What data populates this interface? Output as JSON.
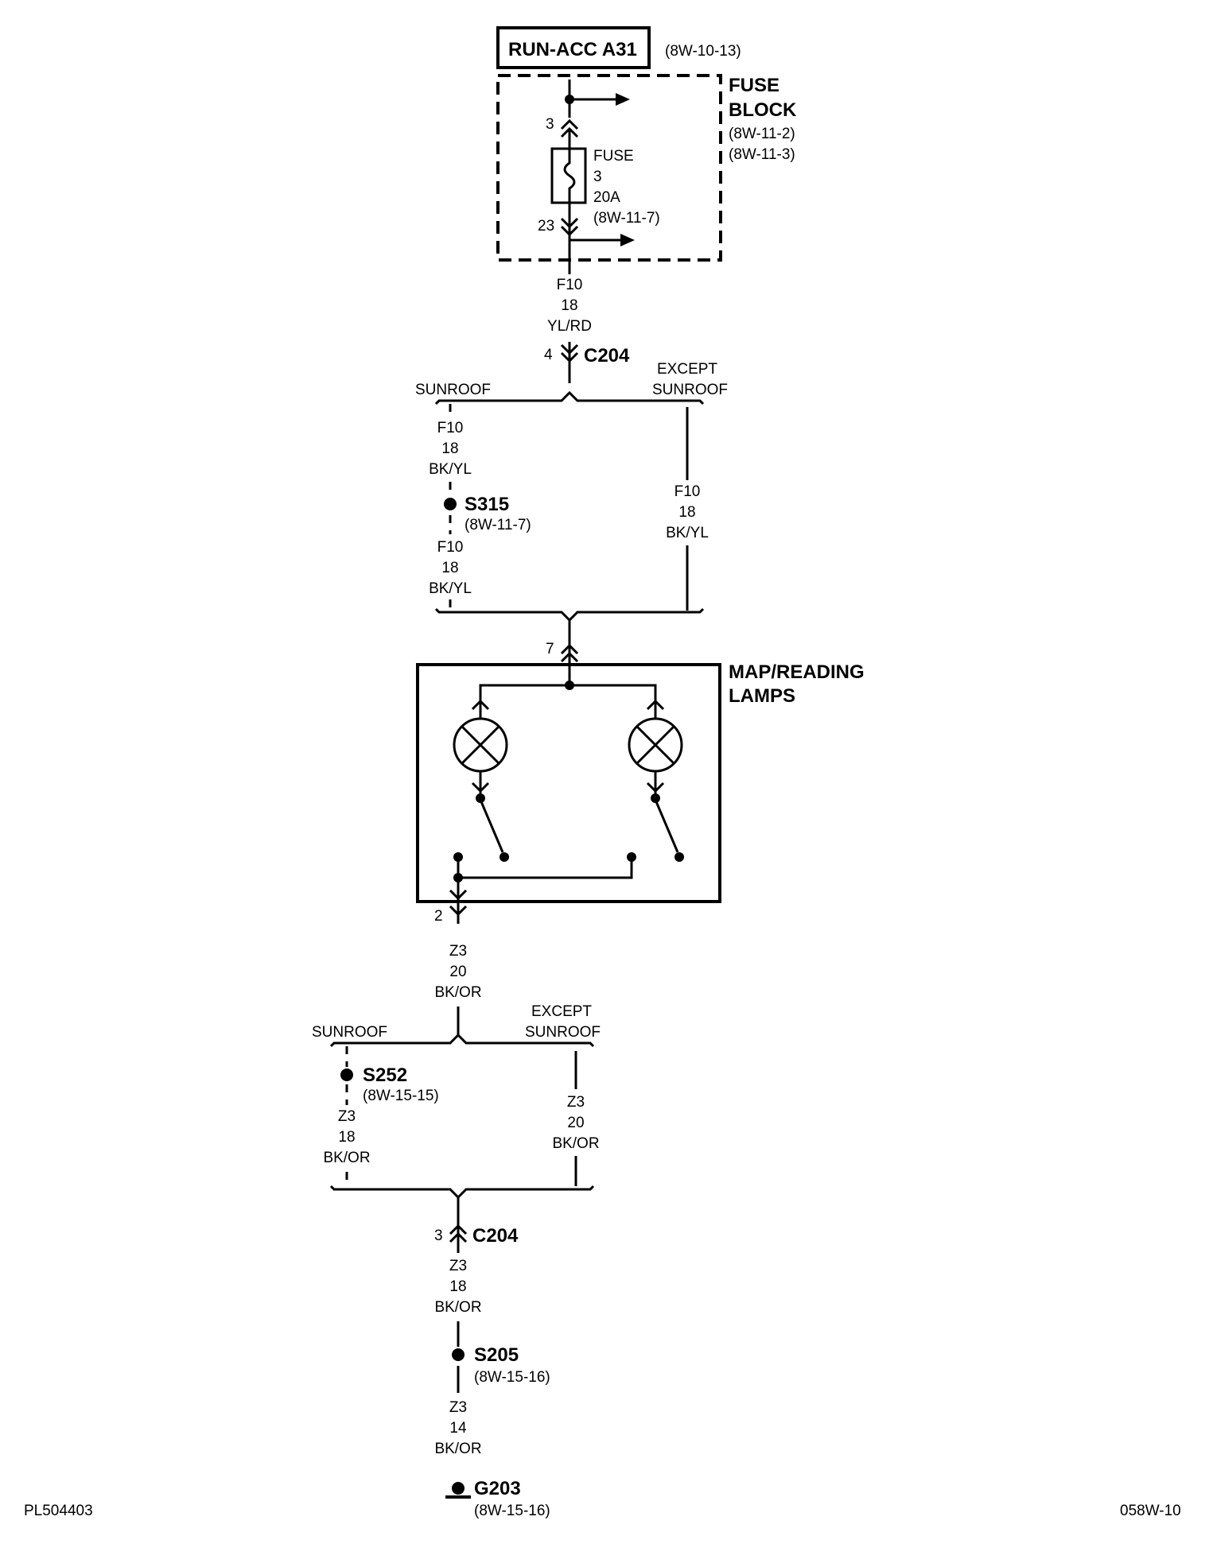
{
  "source": {
    "label": "RUN-ACC A31",
    "ref": "(8W-10-13)"
  },
  "fuse_block": {
    "title_line1": "FUSE",
    "title_line2": "BLOCK",
    "ref1": "(8W-11-2)",
    "ref2": "(8W-11-3)",
    "pin_in": "3",
    "pin_out": "23",
    "fuse_label": "FUSE",
    "fuse_number": "3",
    "fuse_rating": "20A",
    "fuse_ref": "(8W-11-7)"
  },
  "wire_feed": {
    "circuit": "F10",
    "gauge": "18",
    "color": "YL/RD"
  },
  "c204_upper": {
    "name": "C204",
    "pin": "4"
  },
  "upper_branch": {
    "sunroof_label": "SUNROOF",
    "except_line1": "EXCEPT",
    "except_line2": "SUNROOF",
    "sunroof_wire_a": {
      "circuit": "F10",
      "gauge": "18",
      "color": "BK/YL"
    },
    "splice": {
      "name": "S315",
      "ref": "(8W-11-7)"
    },
    "sunroof_wire_b": {
      "circuit": "F10",
      "gauge": "18",
      "color": "BK/YL"
    },
    "except_wire": {
      "circuit": "F10",
      "gauge": "18",
      "color": "BK/YL"
    }
  },
  "lamps": {
    "pin_in": "7",
    "title_line1": "MAP/READING",
    "title_line2": "LAMPS",
    "pin_out": "2"
  },
  "wire_ground_out": {
    "circuit": "Z3",
    "gauge": "20",
    "color": "BK/OR"
  },
  "lower_branch": {
    "sunroof_label": "SUNROOF",
    "except_line1": "EXCEPT",
    "except_line2": "SUNROOF",
    "splice": {
      "name": "S252",
      "ref": "(8W-15-15)"
    },
    "sunroof_wire": {
      "circuit": "Z3",
      "gauge": "18",
      "color": "BK/OR"
    },
    "except_wire": {
      "circuit": "Z3",
      "gauge": "20",
      "color": "BK/OR"
    }
  },
  "c204_lower": {
    "name": "C204",
    "pin": "3"
  },
  "wire_lower_a": {
    "circuit": "Z3",
    "gauge": "18",
    "color": "BK/OR"
  },
  "splice_s205": {
    "name": "S205",
    "ref": "(8W-15-16)"
  },
  "wire_lower_b": {
    "circuit": "Z3",
    "gauge": "14",
    "color": "BK/OR"
  },
  "ground": {
    "name": "G203",
    "ref": "(8W-15-16)"
  },
  "footer": {
    "left": "PL504403",
    "right": "058W-10"
  }
}
